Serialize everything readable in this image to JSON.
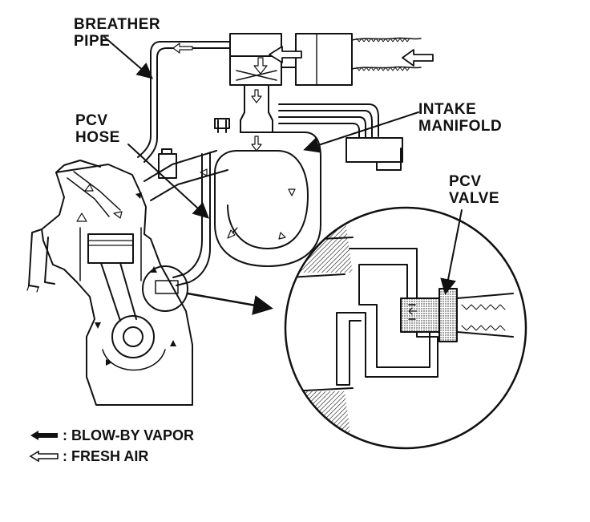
{
  "labels": {
    "breather_pipe": [
      "BREATHER",
      "PIPE"
    ],
    "pcv_hose": [
      "PCV",
      "HOSE"
    ],
    "intake_manifold": [
      "INTAKE",
      "MANIFOLD"
    ],
    "pcv_valve": [
      "PCV",
      "VALVE"
    ]
  },
  "legend": {
    "blow_by": ": BLOW-BY VAPOR",
    "fresh_air": ": FRESH AIR"
  },
  "colors": {
    "ink": "#111111",
    "paper": "#ffffff"
  }
}
